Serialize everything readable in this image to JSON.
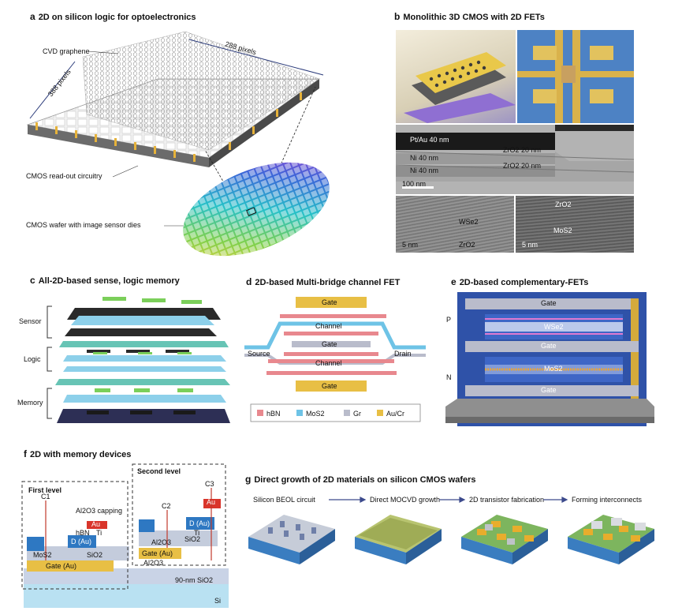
{
  "panel_a": {
    "letter": "a",
    "title": "2D on silicon logic for optoelectronics",
    "labels": {
      "graphene": "CVD graphene",
      "pixels_right": "288 pixels",
      "pixels_left": "388 pixels",
      "cmos_readout": "CMOS read-out circuitry",
      "cmos_wafer": "CMOS wafer with image sensor dies"
    }
  },
  "panel_b": {
    "letter": "b",
    "title": "Monolithic 3D CMOS with 2D FETs",
    "tem_labels": {
      "pt_au": "Pt/Au 40 nm",
      "ni1": "Ni 40 nm",
      "ni2": "Ni 40 nm",
      "zro2_1": "ZrO2 20 nm",
      "zro2_2": "ZrO2 20 nm",
      "scale_100": "100 nm",
      "wse2": "WSe2",
      "zro2_low": "ZrO2",
      "zro2_right": "ZrO2",
      "mos2_right": "MoS2",
      "scale_5a": "5 nm",
      "scale_5b": "5 nm"
    }
  },
  "panel_c": {
    "letter": "c",
    "title": "All-2D-based sense, logic memory",
    "labels": {
      "sensor": "Sensor",
      "logic": "Logic",
      "memory": "Memory"
    }
  },
  "panel_d": {
    "letter": "d",
    "title": "2D-based Multi-bridge channel FET",
    "labels": {
      "gate_top": "Gate",
      "channel_top": "Channel",
      "gate_mid": "Gate",
      "channel_bot": "Channel",
      "gate_bot": "Gate",
      "source": "Source",
      "drain": "Drain"
    },
    "legend": [
      {
        "label": "hBN",
        "color": "#e8888e"
      },
      {
        "label": "MoS2",
        "color": "#6ec3e6"
      },
      {
        "label": "Gr",
        "color": "#b9bccb"
      },
      {
        "label": "Au/Cr",
        "color": "#e8bf45"
      }
    ]
  },
  "panel_e": {
    "letter": "e",
    "title": "2D-based complementary-FETs",
    "labels": {
      "gate_top": "Gate",
      "gate_mid": "Gate",
      "gate_bot": "Gate",
      "wse2": "WSe2",
      "mos2": "MoS2",
      "p": "P",
      "n": "N"
    }
  },
  "panel_f": {
    "letter": "f",
    "title": "2D with memory devices",
    "labels": {
      "first_level": "First level",
      "second_level": "Second level",
      "c1": "C1",
      "c2": "C2",
      "c3": "C3",
      "al2o3_capping": "Al2O3 capping",
      "au1": "Au",
      "au2": "Au",
      "ti1": "Ti",
      "ti2": "Ti",
      "hbn": "hBN",
      "d_au1": "D (Au)",
      "d_au2": "D (Au)",
      "mos2": "MoS2",
      "sio2_1": "SiO2",
      "sio2_2": "SiO2",
      "al2o3_a": "Al2O3",
      "al2o3_b": "Al2O3",
      "gate_au1": "Gate (Au)",
      "gate_au2": "Gate (Au)",
      "sio2_90": "90-nm SiO2",
      "si": "Si"
    }
  },
  "panel_g": {
    "letter": "g",
    "title": "Direct growth of 2D materials on silicon CMOS wafers",
    "steps": [
      "Silicon BEOL circuit",
      "Direct MOCVD growth",
      "2D transistor fabrication",
      "Forming interconnects"
    ]
  },
  "colors": {
    "hbn": "#e8888e",
    "mos2": "#6ec3e6",
    "gr": "#b9bccb",
    "au": "#e8bf45",
    "arrow": "#3c4a8c"
  }
}
